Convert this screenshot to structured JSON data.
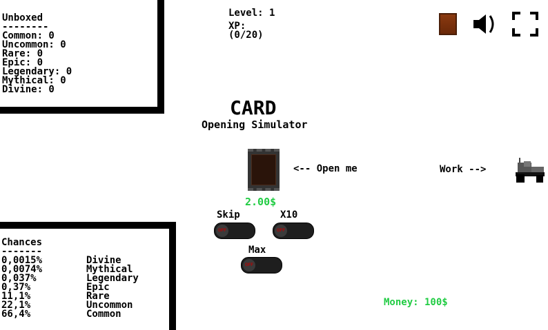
{
  "unboxed": {
    "title": "Unboxed",
    "divider": "--------",
    "lines": [
      "Common: 0",
      "Uncommon: 0",
      "Rare: 0",
      "Epic: 0",
      "Legendary: 0",
      "Mythical: 0",
      "Divine: 0"
    ]
  },
  "level": {
    "level_text": "Level: 1",
    "xp_label": "XP:",
    "xp_value": "(0/20)"
  },
  "title": {
    "main": "CARD",
    "sub": "Opening Simulator"
  },
  "pack": {
    "open_label": "<-- Open me",
    "price": "2.00$"
  },
  "work": {
    "label": "Work -->"
  },
  "toggles": [
    {
      "label": "Skip",
      "state": "OFF"
    },
    {
      "label": "X10",
      "state": "OFF"
    },
    {
      "label": "Max",
      "state": "OFF"
    }
  ],
  "money": "Money: 100$",
  "chances": {
    "title": "Chances",
    "divider": "-------",
    "rows": [
      [
        "0,0015%",
        "Divine"
      ],
      [
        "0,0074%",
        "Mythical"
      ],
      [
        "0,037%",
        "Legendary"
      ],
      [
        "0,37%",
        "Epic"
      ],
      [
        "11,1%",
        "Rare"
      ],
      [
        "22,1%",
        "Uncommon"
      ],
      [
        "66,4%",
        "Common"
      ]
    ]
  },
  "colors": {
    "green": "#22cc44",
    "pack": "#2a140a",
    "book": "#8a3a10"
  },
  "icons": [
    "book-icon",
    "speaker-icon",
    "fullscreen-icon",
    "tractor-icon"
  ]
}
